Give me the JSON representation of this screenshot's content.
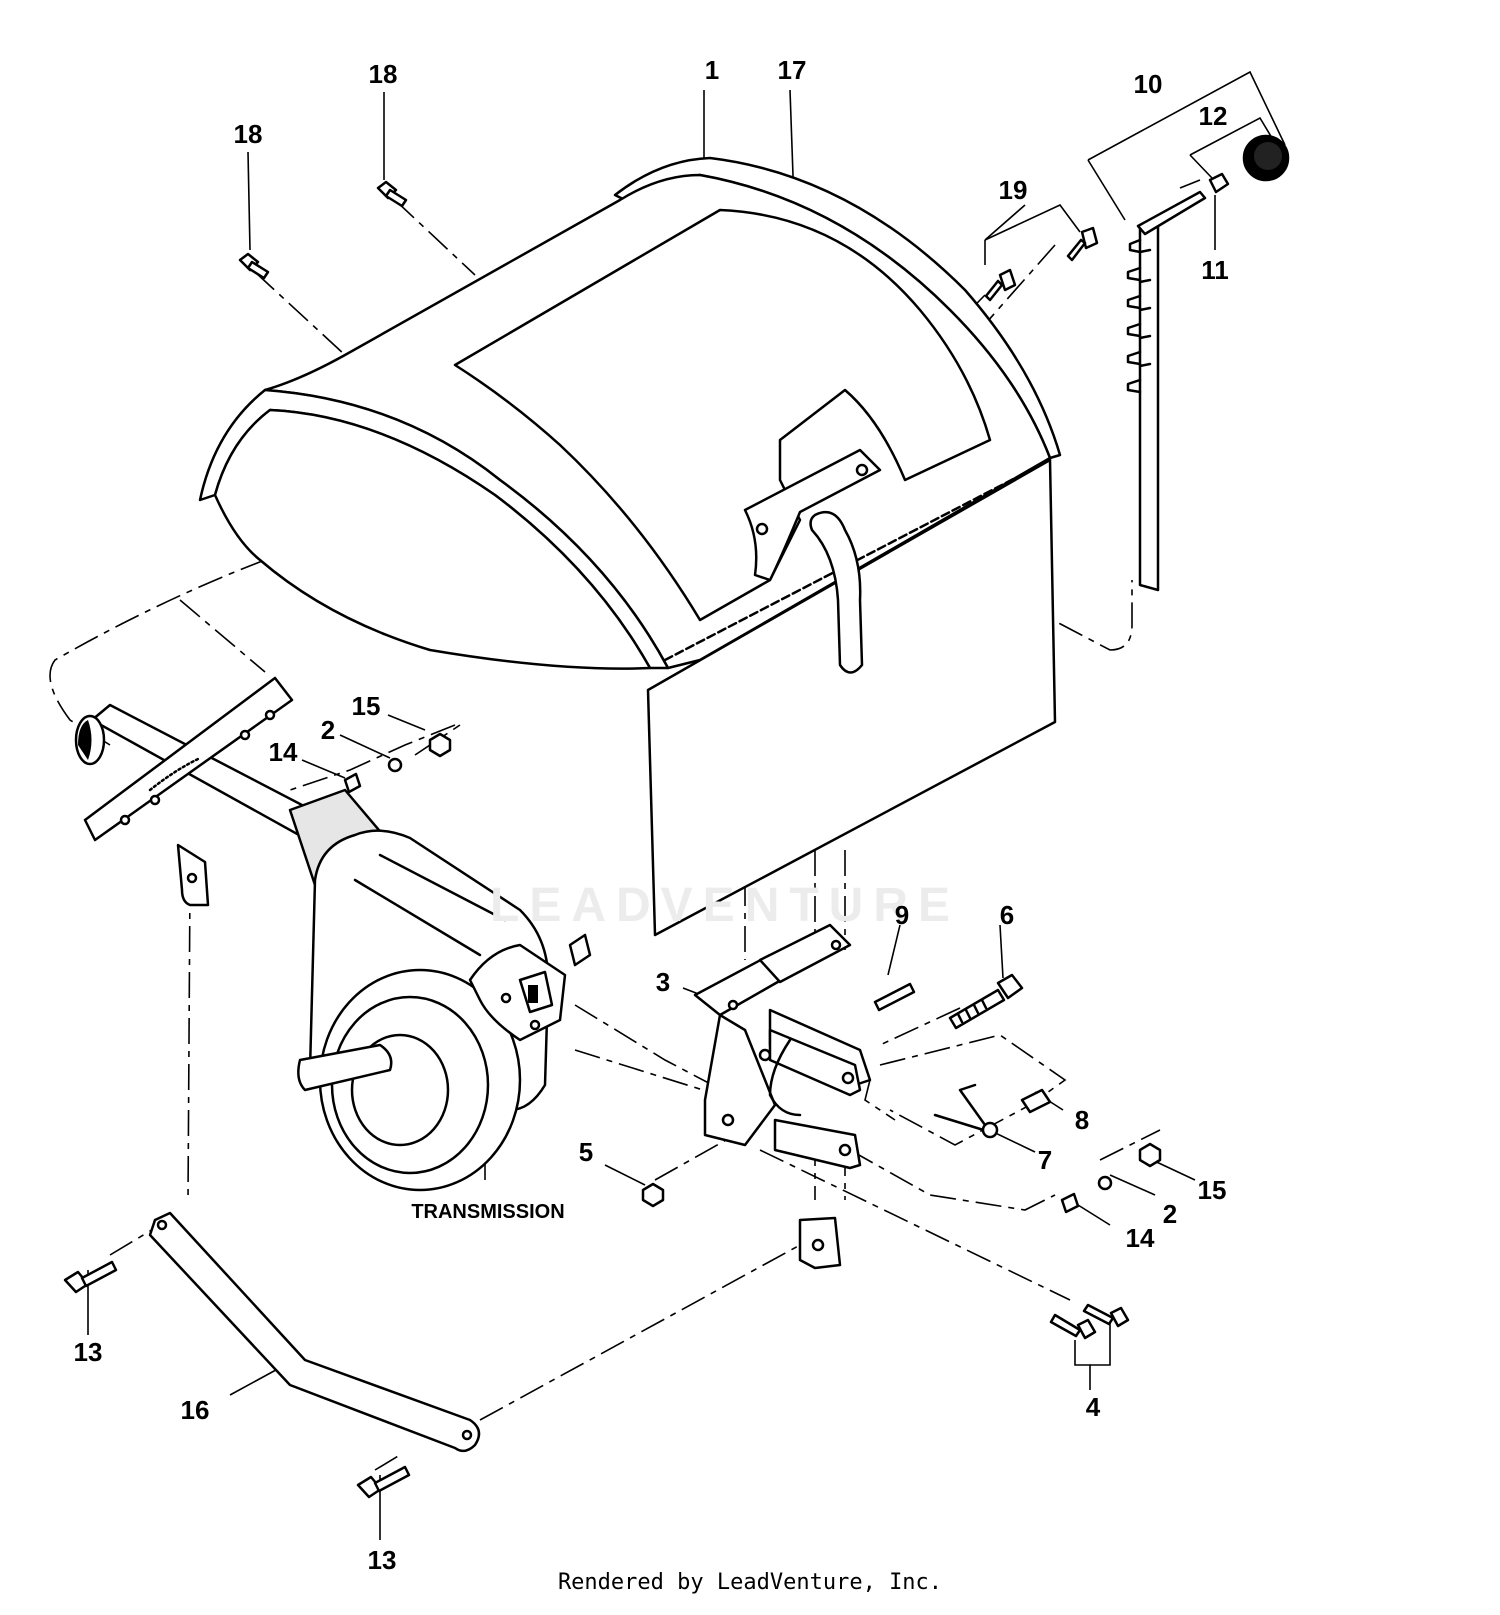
{
  "diagram": {
    "callouts": [
      {
        "id": "1",
        "text": "1"
      },
      {
        "id": "17",
        "text": "17"
      },
      {
        "id": "18a",
        "text": "18"
      },
      {
        "id": "18b",
        "text": "18"
      },
      {
        "id": "19",
        "text": "19"
      },
      {
        "id": "10",
        "text": "10"
      },
      {
        "id": "12",
        "text": "12"
      },
      {
        "id": "11",
        "text": "11"
      },
      {
        "id": "15a",
        "text": "15"
      },
      {
        "id": "2a",
        "text": "2"
      },
      {
        "id": "14a",
        "text": "14"
      },
      {
        "id": "9",
        "text": "9"
      },
      {
        "id": "6",
        "text": "6"
      },
      {
        "id": "3",
        "text": "3"
      },
      {
        "id": "8",
        "text": "8"
      },
      {
        "id": "7",
        "text": "7"
      },
      {
        "id": "5",
        "text": "5"
      },
      {
        "id": "15b",
        "text": "15"
      },
      {
        "id": "2b",
        "text": "2"
      },
      {
        "id": "14b",
        "text": "14"
      },
      {
        "id": "4",
        "text": "4"
      },
      {
        "id": "13a",
        "text": "13"
      },
      {
        "id": "16",
        "text": "16"
      },
      {
        "id": "13b",
        "text": "13"
      }
    ],
    "transmission_label": "TRANSMISSION"
  },
  "watermark": {
    "text": "LEADVENTURE",
    "icon": "leadventure-flame-logo"
  },
  "footer": {
    "text": "Rendered by LeadVenture, Inc."
  }
}
